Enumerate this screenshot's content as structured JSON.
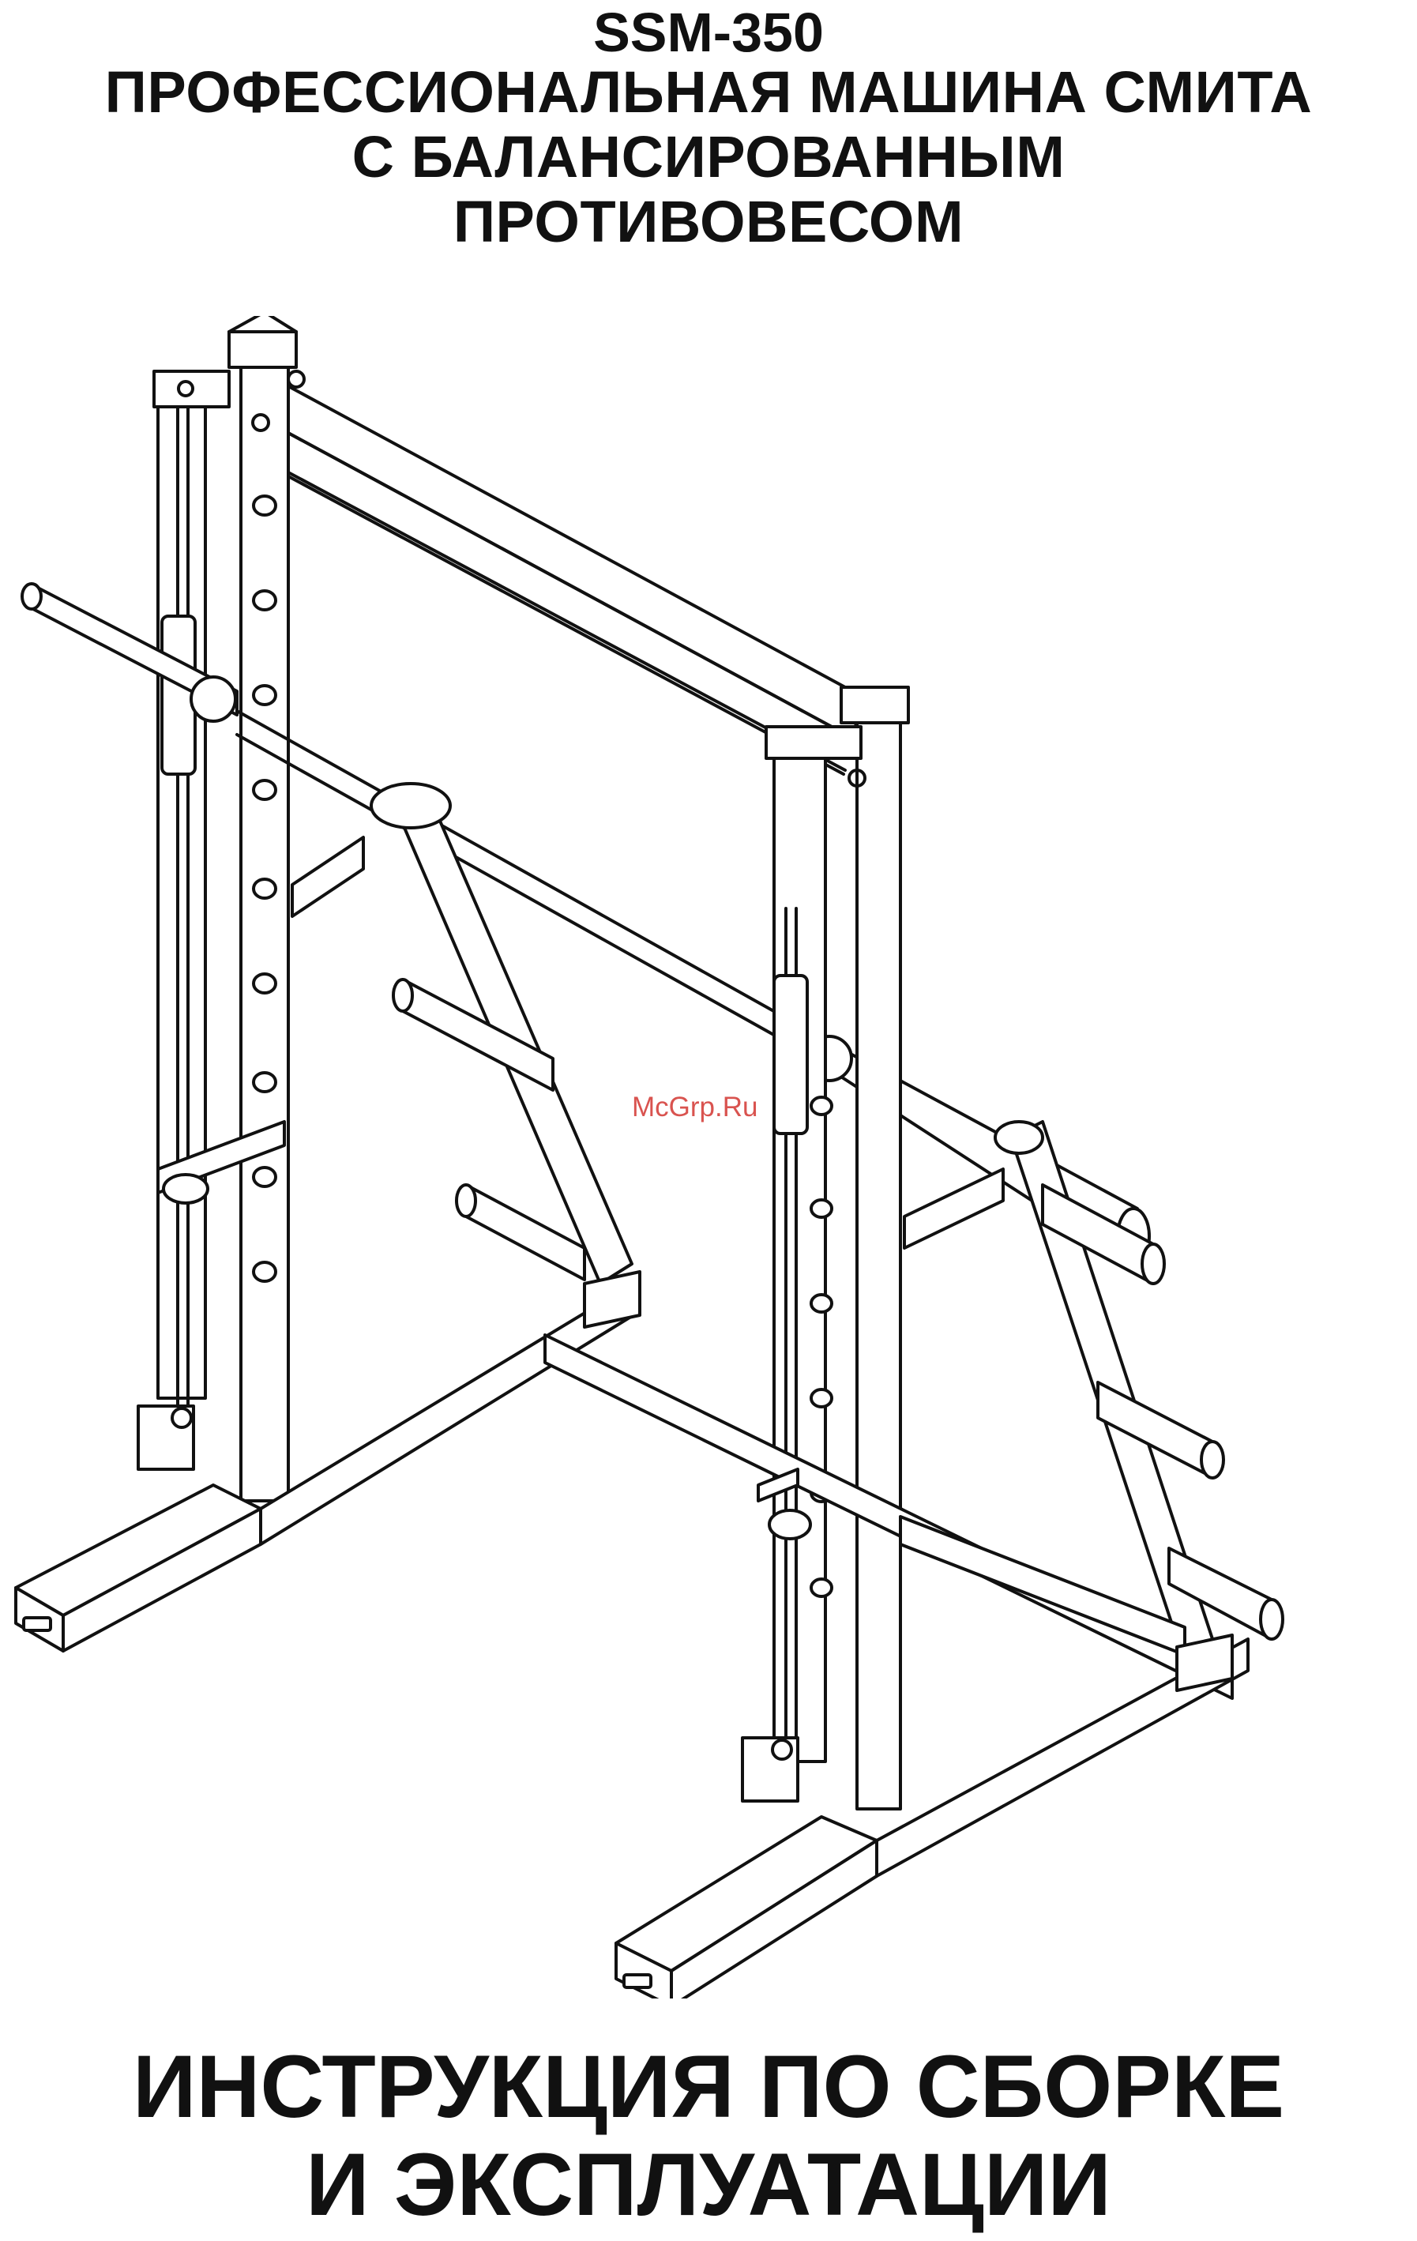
{
  "header": {
    "model": "SSM-350",
    "title_lines": [
      "ПРОФЕССИОНАЛЬНАЯ МАШИНА СМИТА",
      "С БАЛАНСИРОВАННЫМ",
      "ПРОТИВОВЕСОМ"
    ]
  },
  "watermark": "McGrp.Ru",
  "footer": {
    "lines": [
      "ИНСТРУКЦИЯ ПО СБОРКЕ",
      "И ЭКСПЛУАТАЦИИ"
    ]
  },
  "colors": {
    "line": "#111111",
    "watermark": "#d9534f",
    "background": "#ffffff"
  }
}
